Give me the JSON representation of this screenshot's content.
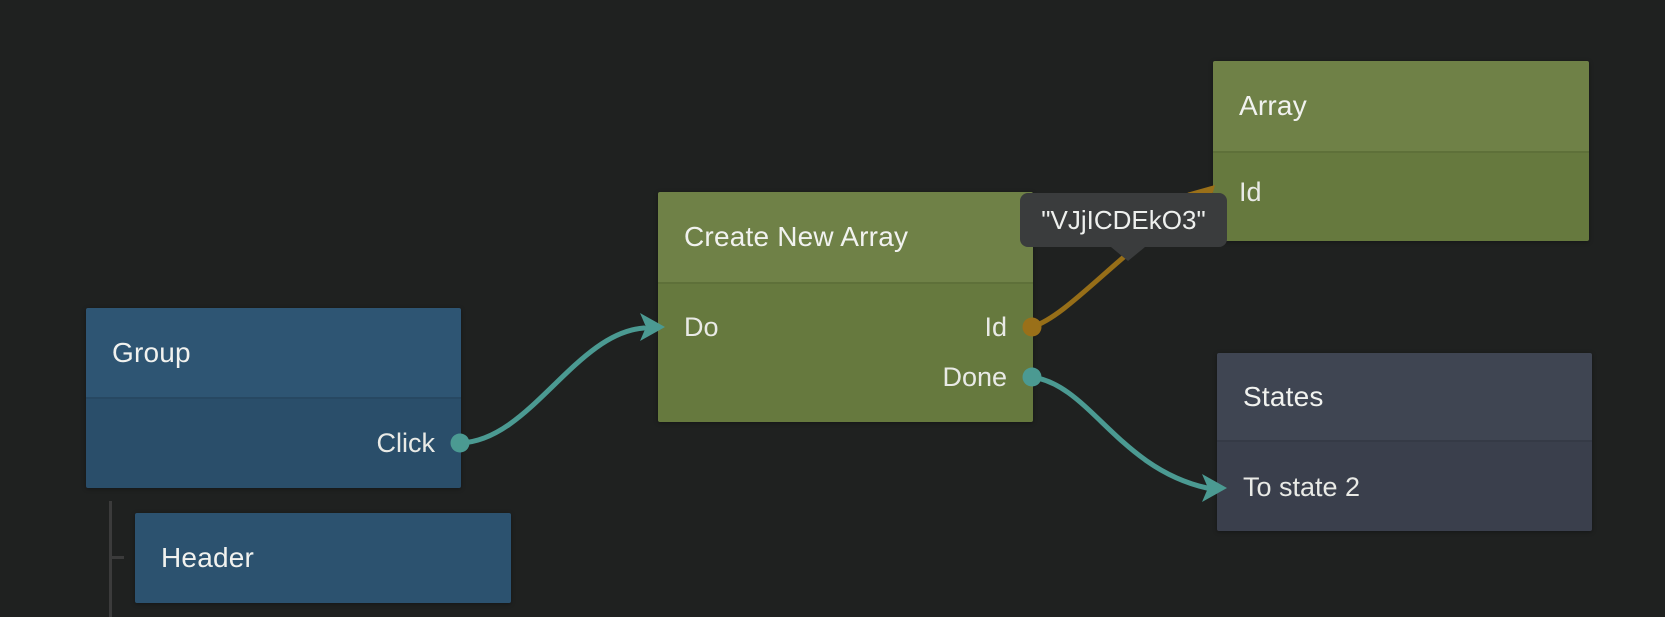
{
  "canvas": {
    "background": "#1f2120"
  },
  "nodes": {
    "group": {
      "title": "Group",
      "outputs": [
        {
          "label": "Click"
        }
      ]
    },
    "header": {
      "title": "Header"
    },
    "create_new_array": {
      "title": "Create New Array",
      "inputs": [
        {
          "label": "Do"
        }
      ],
      "outputs": [
        {
          "label": "Id"
        },
        {
          "label": "Done"
        }
      ]
    },
    "array": {
      "title": "Array",
      "inputs": [
        {
          "label": "Id"
        }
      ]
    },
    "states": {
      "title": "States",
      "inputs": [
        {
          "label": "To state 2"
        }
      ]
    }
  },
  "connections": [
    {
      "from": "Group.Click",
      "to": "Create New Array.Do",
      "color": "#4b9a92"
    },
    {
      "from": "Create New Array.Id",
      "to": "Array.Id",
      "color": "#966e18",
      "value_label": "\"VJjICDEkO3\""
    },
    {
      "from": "Create New Array.Done",
      "to": "States.To state 2",
      "color": "#4b9a92"
    }
  ],
  "tooltip": {
    "text": "\"VJjICDEkO3\""
  },
  "colors": {
    "background": "#1f2120",
    "node_blue_header": "#2e5573",
    "node_blue_body": "#2a4e6a",
    "node_green_header": "#6f8147",
    "node_green_body": "#66793e",
    "node_slate_header": "#3f4552",
    "node_slate_body": "#3a3f4c",
    "wire_teal": "#4b9a92",
    "wire_orange": "#966e18",
    "port_orange": "#9a7019",
    "tooltip_bg": "#3a3c3d",
    "tree_line": "#3b3b3b",
    "title_text": "#f1f2ef",
    "port_text": "#e9eae6"
  }
}
